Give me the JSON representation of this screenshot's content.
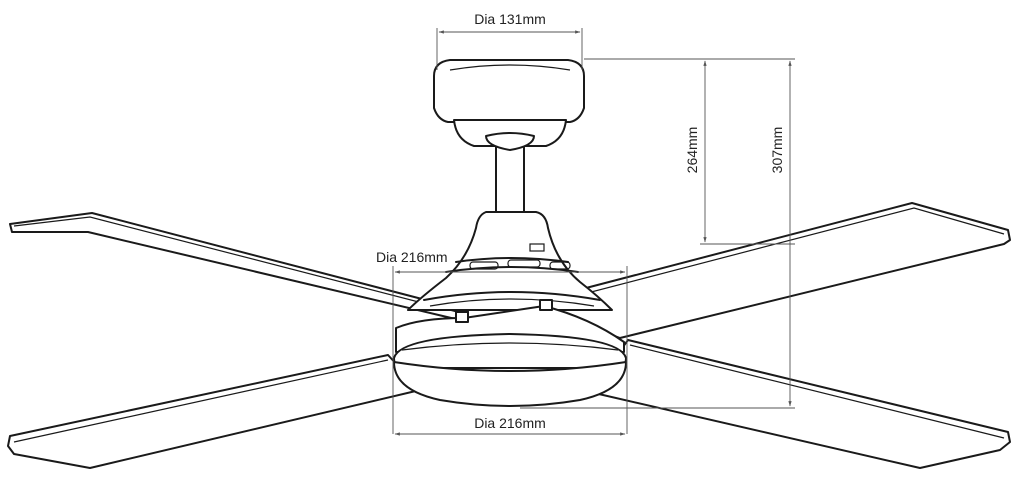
{
  "diagram": {
    "subject": "Ceiling fan with light kit, dimension drawing",
    "line_color": "#1a1a1a",
    "dimension_color": "#555555",
    "dimensions": {
      "canopy_diameter": "Dia 131mm",
      "motor_housing_diameter": "Dia 216mm",
      "light_diameter": "Dia 216mm",
      "ceiling_to_blade": "264mm",
      "ceiling_to_light": "307mm"
    }
  }
}
